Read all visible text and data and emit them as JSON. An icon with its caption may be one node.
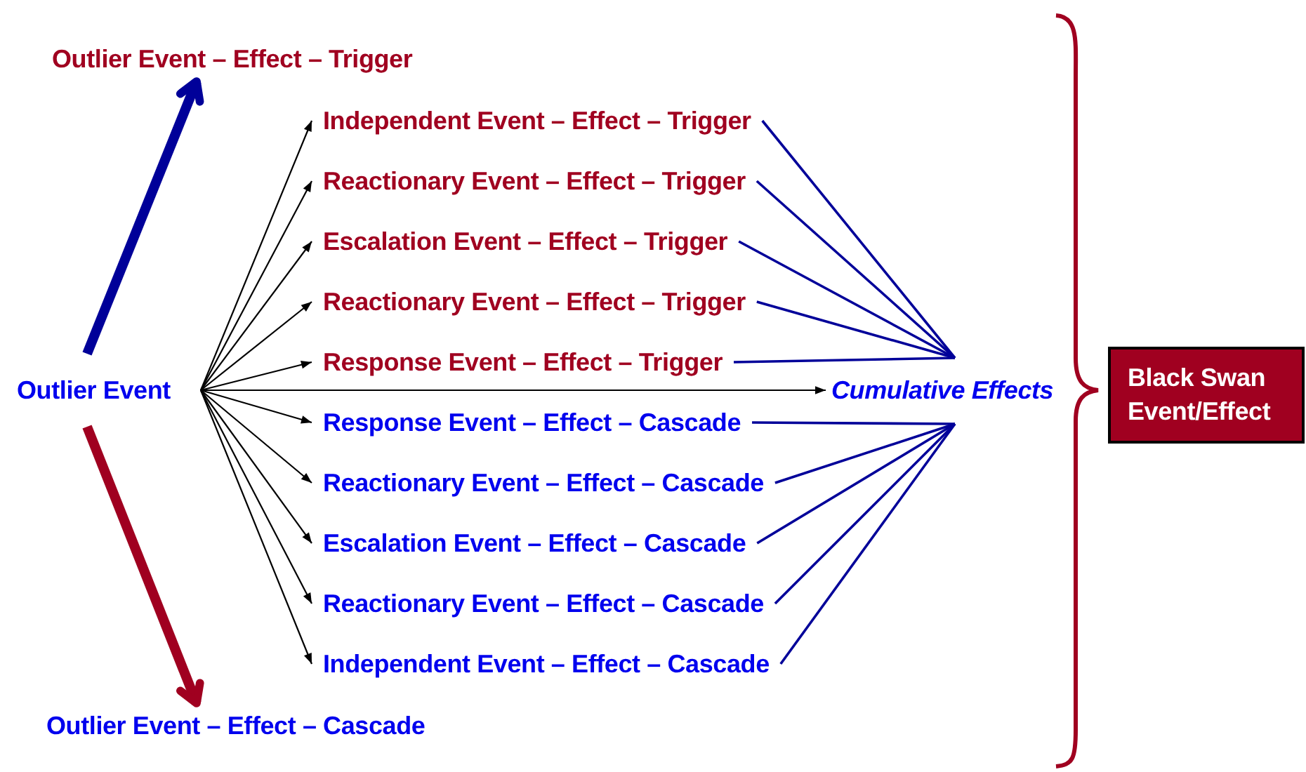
{
  "diagram": {
    "nodes": [
      {
        "text": [
          "Outlier Event"
        ]
      },
      {
        "text": [
          "Outlier Event – Effect – Trigger"
        ]
      },
      {
        "text": [
          "Outlier Event – Effect – Cascade"
        ]
      },
      {
        "text": [
          "Independent Event – Effect – Trigger"
        ]
      },
      {
        "text": [
          "Reactionary Event – Effect – Trigger"
        ]
      },
      {
        "text": [
          "Escalation Event – Effect – Trigger"
        ]
      },
      {
        "text": [
          "Reactionary Event – Effect – Trigger"
        ]
      },
      {
        "text": [
          "Response Event – Effect – Trigger"
        ]
      },
      {
        "text": [
          "Response Event – Effect – Cascade"
        ]
      },
      {
        "text": [
          "Reactionary Event – Effect – Cascade"
        ]
      },
      {
        "text": [
          "Escalation Event – Effect – Cascade"
        ]
      },
      {
        "text": [
          "Reactionary Event – Effect – Cascade"
        ]
      },
      {
        "text": [
          "Independent Event – Effect – Cascade"
        ]
      },
      {
        "text": [
          "Cumulative Effects"
        ]
      },
      {
        "text": [
          "Black Swan Event/Effect"
        ]
      }
    ],
    "edges": [
      {
        "from": 0,
        "to": 1,
        "arrow": "to",
        "style": "thick",
        "color": "#000099"
      },
      {
        "from": 0,
        "to": 2,
        "arrow": "to",
        "style": "thick",
        "color": "#a00020"
      },
      {
        "from": 0,
        "to": 3,
        "arrow": "to",
        "color": "#000000"
      },
      {
        "from": 0,
        "to": 4,
        "arrow": "to",
        "color": "#000000"
      },
      {
        "from": 0,
        "to": 5,
        "arrow": "to",
        "color": "#000000"
      },
      {
        "from": 0,
        "to": 6,
        "arrow": "to",
        "color": "#000000"
      },
      {
        "from": 0,
        "to": 7,
        "arrow": "to",
        "color": "#000000"
      },
      {
        "from": 0,
        "to": 8,
        "arrow": "to",
        "color": "#000000"
      },
      {
        "from": 0,
        "to": 9,
        "arrow": "to",
        "color": "#000000"
      },
      {
        "from": 0,
        "to": 10,
        "arrow": "to",
        "color": "#000000"
      },
      {
        "from": 0,
        "to": 11,
        "arrow": "to",
        "color": "#000000"
      },
      {
        "from": 0,
        "to": 12,
        "arrow": "to",
        "color": "#000000"
      },
      {
        "from": 0,
        "to": 13,
        "arrow": "to",
        "color": "#000000"
      },
      {
        "from": 3,
        "to": 13,
        "arrow": "none",
        "color": "#000099"
      },
      {
        "from": 4,
        "to": 13,
        "arrow": "none",
        "color": "#000099"
      },
      {
        "from": 5,
        "to": 13,
        "arrow": "none",
        "color": "#000099"
      },
      {
        "from": 6,
        "to": 13,
        "arrow": "none",
        "color": "#000099"
      },
      {
        "from": 7,
        "to": 13,
        "arrow": "none",
        "color": "#000099"
      },
      {
        "from": 8,
        "to": 13,
        "arrow": "none",
        "color": "#000099"
      },
      {
        "from": 9,
        "to": 13,
        "arrow": "none",
        "color": "#000099"
      },
      {
        "from": 10,
        "to": 13,
        "arrow": "none",
        "color": "#000099"
      },
      {
        "from": 11,
        "to": 13,
        "arrow": "none",
        "color": "#000099"
      },
      {
        "from": 12,
        "to": 13,
        "arrow": "none",
        "color": "#000099"
      }
    ]
  }
}
